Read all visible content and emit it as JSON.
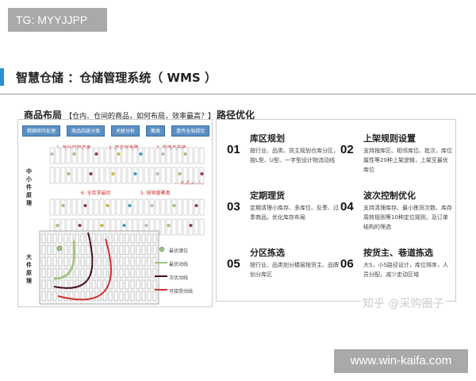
{
  "badge_tg": "TG: MYYJJPP",
  "badge_site": "www.win-kaifa.com",
  "title": "智慧仓储 ：仓储管理系统（ WMS ）",
  "left": {
    "heading": "商品布局",
    "subheading": "【仓内、仓间的商品，如何布局，效率最高？】",
    "buttons": [
      "精细矩阵处理",
      "商品四级分类",
      "关联分析",
      "聚类",
      "遗传全局规优"
    ],
    "steps": [
      "1. 划分四级品类",
      "2. 商品同类聚",
      "3. 热销品产地",
      "4. 关联品布局",
      "5. 按销量聚类",
      "6. 全库求最优"
    ],
    "label_small": "中小件原理",
    "label_large": "大件原理",
    "legend": [
      "最优储位",
      "最优动线",
      "次优动线",
      "可接受动线"
    ],
    "colors": {
      "best": "#9cc47a",
      "second": "#4a1020",
      "acceptable": "#d03030",
      "button": "#5b8fc4"
    }
  },
  "right": {
    "heading": "路径优化",
    "items": [
      {
        "num": "01",
        "title": "库区规划",
        "desc": "按行业、品类、货主规划仓库分区，按L型、U型、一字型设计物流动线"
      },
      {
        "num": "02",
        "title": "上架规则设置",
        "desc": "支持按库区、相邻库位、批次、库位属性等20种上架逻辑，上架至最优库位"
      },
      {
        "num": "03",
        "title": "定期理货",
        "desc": "定期清理小库存、多库位、反季、过季商品，优化库存布局"
      },
      {
        "num": "04",
        "title": "波次控制优化",
        "desc": "支持清理库存、最小拣货次数、库存周转规则等10种定位规则，及订单结构的筛选"
      },
      {
        "num": "05",
        "title": "分区拣选",
        "desc": "按行业、品类划分楼层按货主、品牌划分库区"
      },
      {
        "num": "06",
        "title": "按货主、巷道拣选",
        "desc": "大S，小S路径设计，库位排序，人员分配，减少走动区域"
      }
    ]
  },
  "watermark": "知乎 @采购圈子"
}
